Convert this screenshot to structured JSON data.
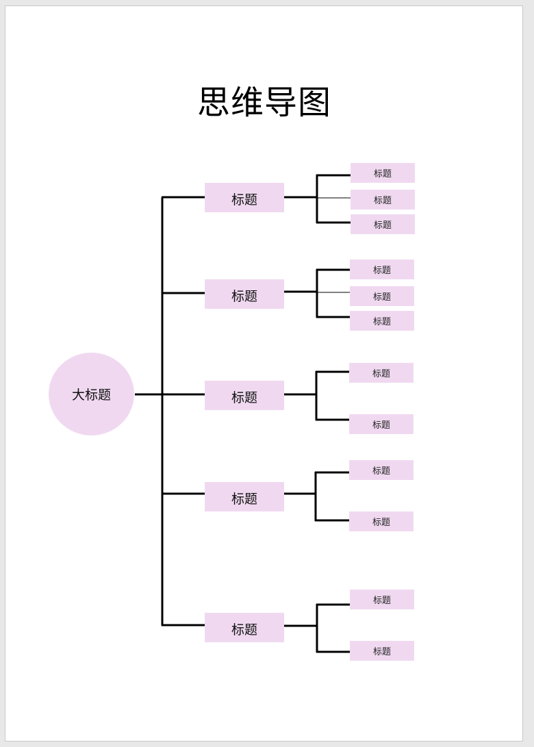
{
  "title": "思维导图",
  "colors": {
    "node_fill": "#f0d9f0",
    "line": "#000000"
  },
  "root": {
    "label": "大标题"
  },
  "branches": [
    {
      "label": "标题",
      "children": [
        "标题",
        "标题",
        "标题"
      ]
    },
    {
      "label": "标题",
      "children": [
        "标题",
        "标题",
        "标题"
      ]
    },
    {
      "label": "标题",
      "children": [
        "标题",
        "标题"
      ]
    },
    {
      "label": "标题",
      "children": [
        "标题",
        "标题"
      ]
    },
    {
      "label": "标题",
      "children": [
        "标题",
        "标题"
      ]
    }
  ]
}
